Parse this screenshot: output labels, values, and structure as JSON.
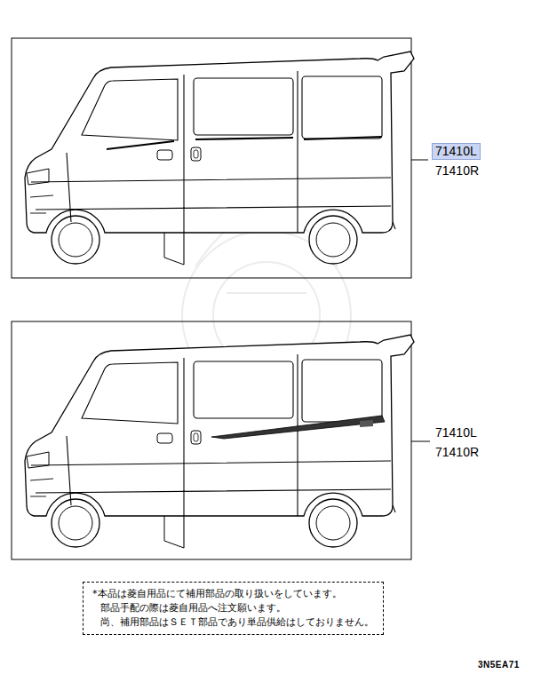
{
  "diagram": {
    "nodes": [
      {
        "text": [
          "*本品は菱自用品にて補用部品の取り扱いをしています。",
          "部品手配の際は菱自用品へ注文願います。",
          "尚、補用部品はＳＥＴ部品であり単品供給はしておりません。"
        ]
      }
    ],
    "labels": [
      "71410L",
      "71410R",
      "71410L",
      "71410R",
      "3N5EA71"
    ]
  }
}
